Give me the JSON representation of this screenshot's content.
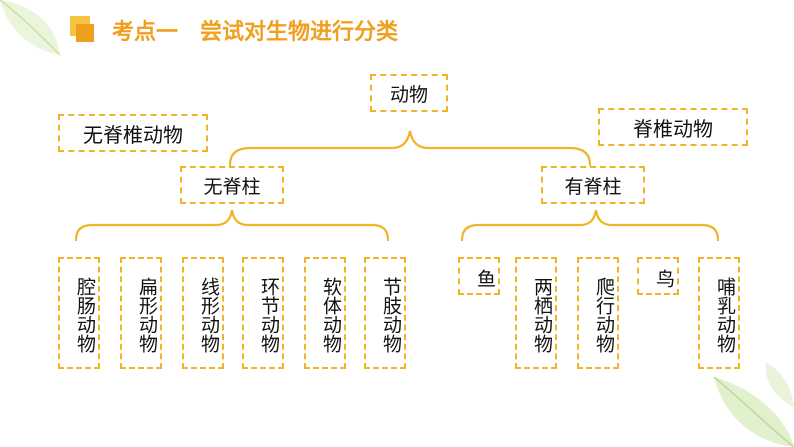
{
  "title": "考点一　尝试对生物进行分类",
  "diagram": {
    "root": "动物",
    "side_labels": {
      "left": "无脊椎动物",
      "right": "脊椎动物"
    },
    "branches": [
      {
        "label": "无脊柱",
        "children": [
          "腔肠动物",
          "扁形动物",
          "线形动物",
          "环节动物",
          "软体动物",
          "节肢动物"
        ]
      },
      {
        "label": "有脊柱",
        "children": [
          "鱼",
          "两栖动物",
          "爬行动物",
          "鸟",
          "哺乳动物"
        ]
      }
    ]
  },
  "colors": {
    "accent": "#f0b429",
    "title": "#f0a020"
  }
}
